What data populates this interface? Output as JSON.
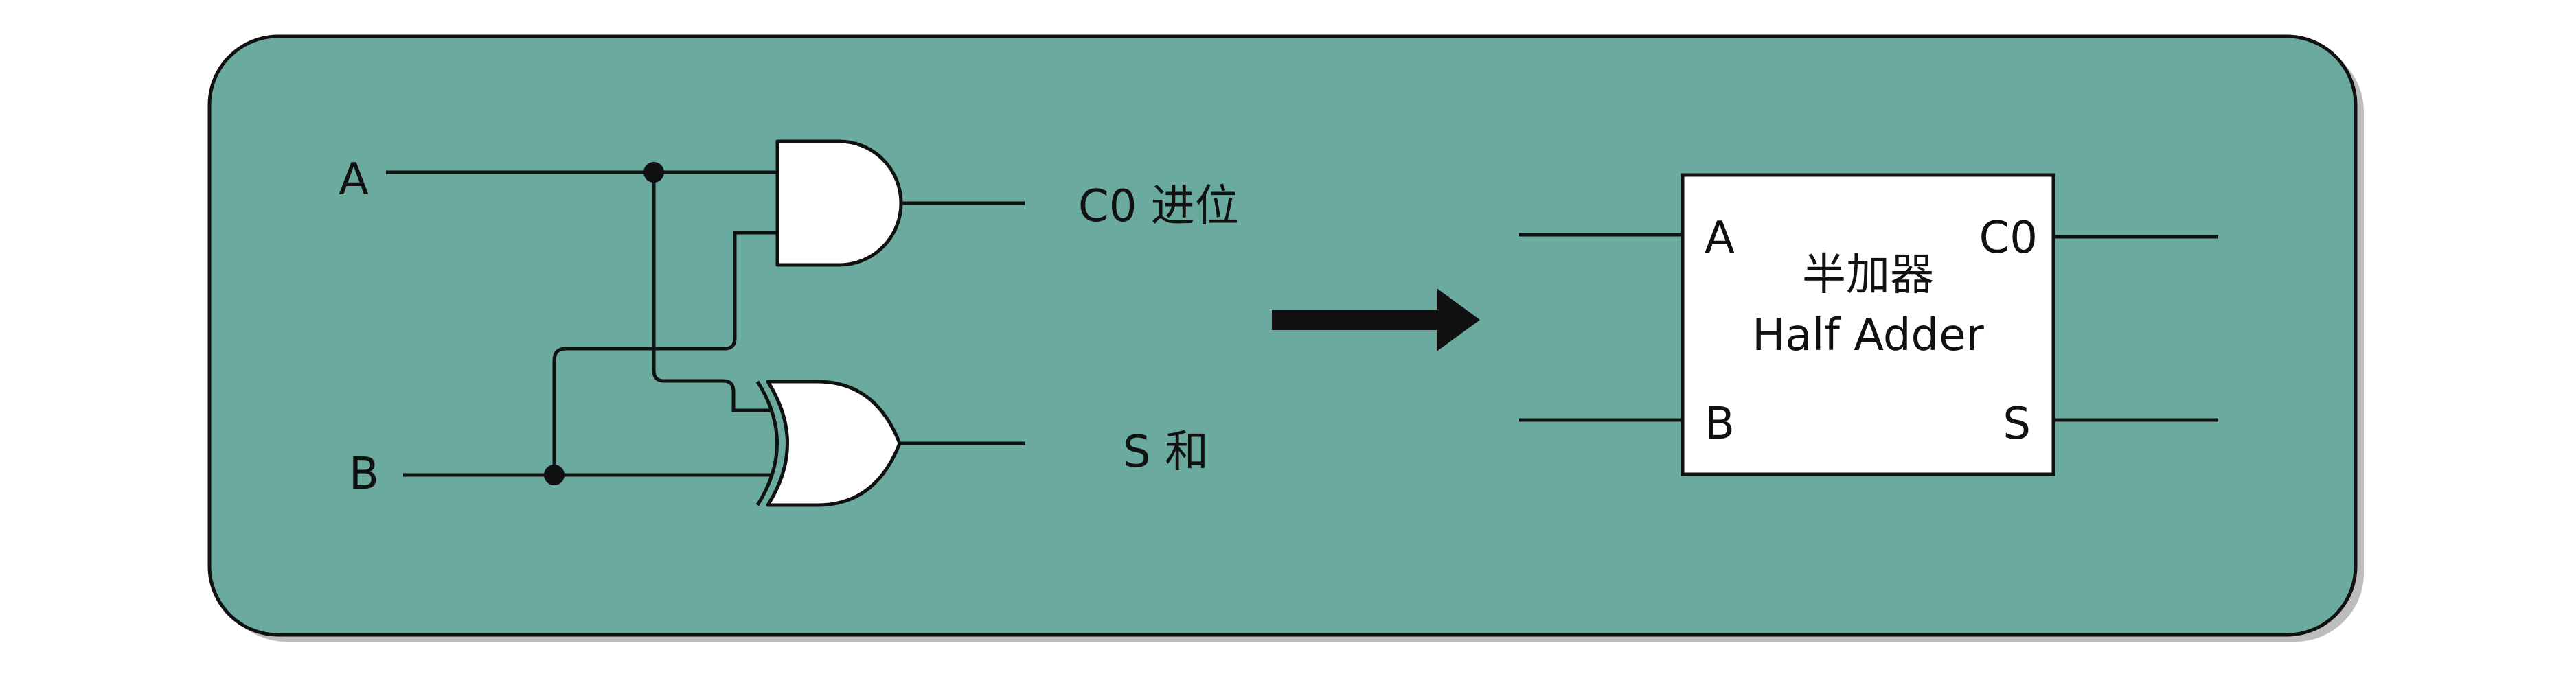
{
  "colors": {
    "panel_fill": "#6aaa9f",
    "panel_stroke": "#111111",
    "panel_shadow": "#bdbdbd",
    "arrow": "#111111",
    "box_fill": "#ffffff"
  },
  "circuit": {
    "input_a": "A",
    "input_b": "B",
    "output_carry": "C0 进位",
    "output_sum": "S 和",
    "gates": [
      "and-gate",
      "xor-gate"
    ]
  },
  "half_adder": {
    "title_cn": "半加器",
    "title_en": "Half Adder",
    "pin_a": "A",
    "pin_b": "B",
    "pin_c0": "C0",
    "pin_s": "S"
  }
}
